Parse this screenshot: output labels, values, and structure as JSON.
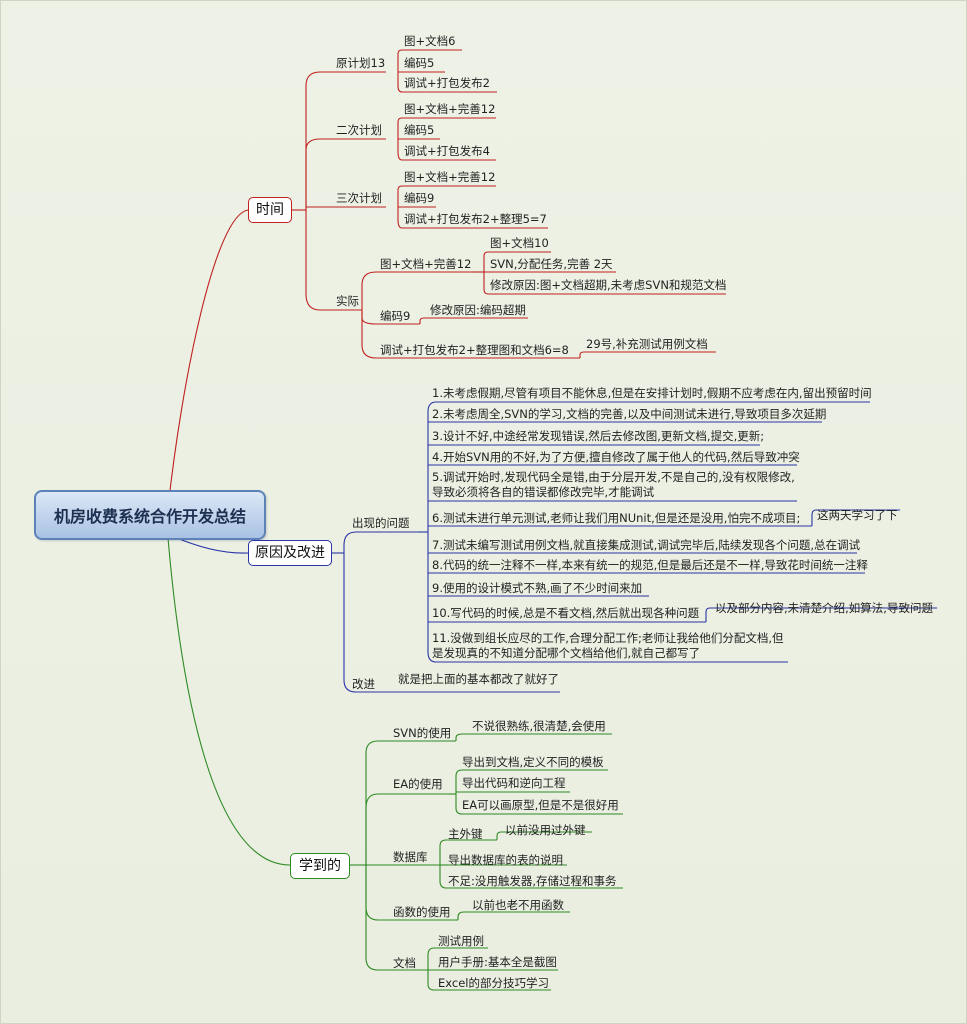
{
  "root": "机房收费系统合作开发总结",
  "time": {
    "label": "时间",
    "plan1": {
      "label": "原计划13",
      "items": [
        "图+文档6",
        "编码5",
        "调试+打包发布2"
      ]
    },
    "plan2": {
      "label": "二次计划",
      "items": [
        "图+文档+完善12",
        "编码5",
        "调试+打包发布4"
      ]
    },
    "plan3": {
      "label": "三次计划",
      "items": [
        "图+文档+完善12",
        "编码9",
        "调试+打包发布2+整理5=7"
      ]
    },
    "actual": {
      "label": "实际",
      "doc": {
        "label": "图+文档+完善12",
        "items": [
          "图+文档10",
          "SVN,分配任务,完善 2天",
          "修改原因:图+文档超期,未考虑SVN和规范文档"
        ]
      },
      "code": {
        "label": "编码9",
        "reason": "修改原因:编码超期"
      },
      "debug": {
        "label": "调试+打包发布2+整理图和文档6=8",
        "note": "29号,补充测试用例文档"
      }
    }
  },
  "reasons": {
    "label": "原因及改进",
    "problems": {
      "label": "出现的问题",
      "items": [
        "1.未考虑假期,尽管有项目不能休息,但是在安排计划时,假期不应考虑在内,留出预留时间",
        "2.未考虑周全,SVN的学习,文档的完善,以及中间测试未进行,导致项目多次延期",
        "3.设计不好,中途经常发现错误,然后去修改图,更新文档,提交,更新;",
        "4.开始SVN用的不好,为了方便,擅自修改了属于他人的代码,然后导致冲突",
        "5.调试开始时,发现代码全是错,由于分层开发,不是自己的,没有权限修改,导致必须将各自的错误都修改完毕,才能调试",
        "6.测试未进行单元测试,老师让我们用NUnit,但是还是没用,怕完不成项目;",
        "7.测试未编写测试用例文档,就直接集成测试,调试完毕后,陆续发现各个问题,总在调试",
        "8.代码的统一注释不一样,本来有统一的规范,但是最后还是不一样,导致花时间统一注释",
        "9.使用的设计模式不熟,画了不少时间来加",
        "10.写代码的时候,总是不看文档,然后就出现各种问题",
        "11.没做到组长应尽的工作,合理分配工作;老师让我给他们分配文档,但是发现真的不知道分配哪个文档给他们,就自己都写了"
      ],
      "note6": "这两天学习了下",
      "note10": "以及部分内容,未清楚介绍,如算法,导致问题"
    },
    "improve": {
      "label": "改进",
      "text": "就是把上面的基本都改了就好了"
    }
  },
  "learned": {
    "label": "学到的",
    "svn": {
      "label": "SVN的使用",
      "text": "不说很熟练,很清楚,会使用"
    },
    "ea": {
      "label": "EA的使用",
      "items": [
        "导出到文档,定义不同的模板",
        "导出代码和逆向工程",
        "EA可以画原型,但是不是很好用"
      ]
    },
    "db": {
      "label": "数据库",
      "pk": "主外键",
      "pk_note": "以前没用过外键",
      "items": [
        "导出数据库的表的说明",
        "不足:没用触发器,存储过程和事务"
      ]
    },
    "func": {
      "label": "函数的使用",
      "text": "以前也老不用函数"
    },
    "docs": {
      "label": "文档",
      "items": [
        "测试用例",
        "用户手册:基本全是截图",
        "Excel的部分技巧学习"
      ]
    }
  },
  "colors": {
    "time": "#c0201e",
    "reasons": "#2a35a6",
    "learned": "#2e8a24"
  }
}
